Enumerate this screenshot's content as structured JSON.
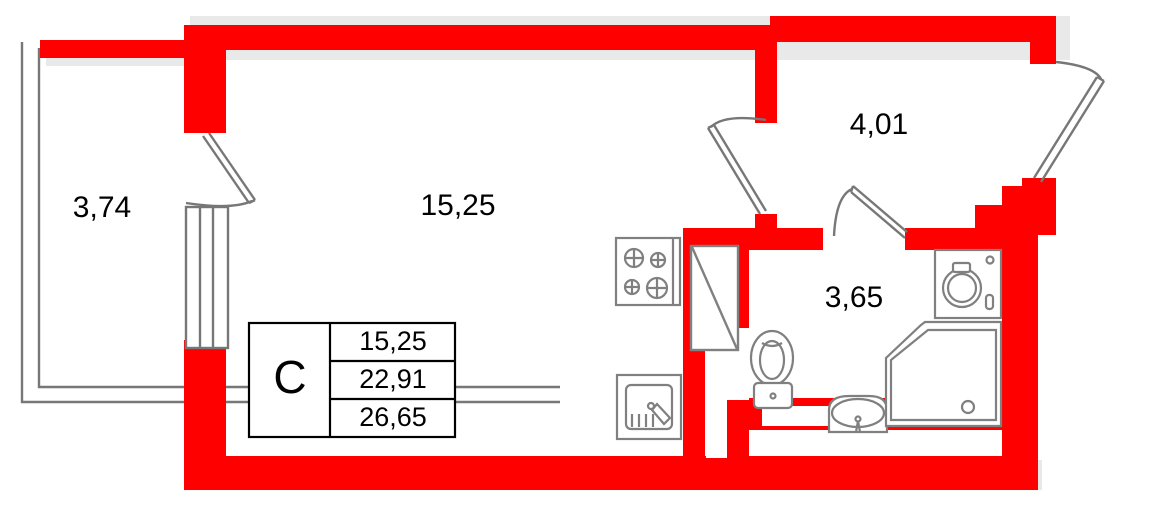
{
  "plan": {
    "type": "apartment-floor-plan",
    "unit_type_letter": "C",
    "colors": {
      "wall": "#ff0000",
      "outline": "#777777",
      "fixture": "#808080",
      "text": "#000000",
      "background": "#ffffff",
      "shadow": "#e8e8e8"
    },
    "rooms": [
      {
        "name": "balcony",
        "label": "3,74"
      },
      {
        "name": "living-room",
        "label": "15,25"
      },
      {
        "name": "hallway",
        "label": "4,01"
      },
      {
        "name": "bathroom",
        "label": "3,65"
      }
    ],
    "area_table": {
      "letter": "C",
      "rows": [
        {
          "name": "living-area",
          "value": "15,25"
        },
        {
          "name": "total-area",
          "value": "22,91"
        },
        {
          "name": "total-with-balcony-area",
          "value": "26,65"
        }
      ]
    },
    "fixtures": [
      {
        "name": "stove"
      },
      {
        "name": "kitchen-sink"
      },
      {
        "name": "closet"
      },
      {
        "name": "toilet"
      },
      {
        "name": "bathroom-sink"
      },
      {
        "name": "washing-machine"
      },
      {
        "name": "shower-tray"
      }
    ],
    "doors": [
      {
        "name": "balcony-door"
      },
      {
        "name": "entrance-door"
      },
      {
        "name": "living-room-door"
      },
      {
        "name": "bathroom-door"
      }
    ],
    "windows": [
      {
        "name": "balcony-glazing"
      }
    ]
  }
}
